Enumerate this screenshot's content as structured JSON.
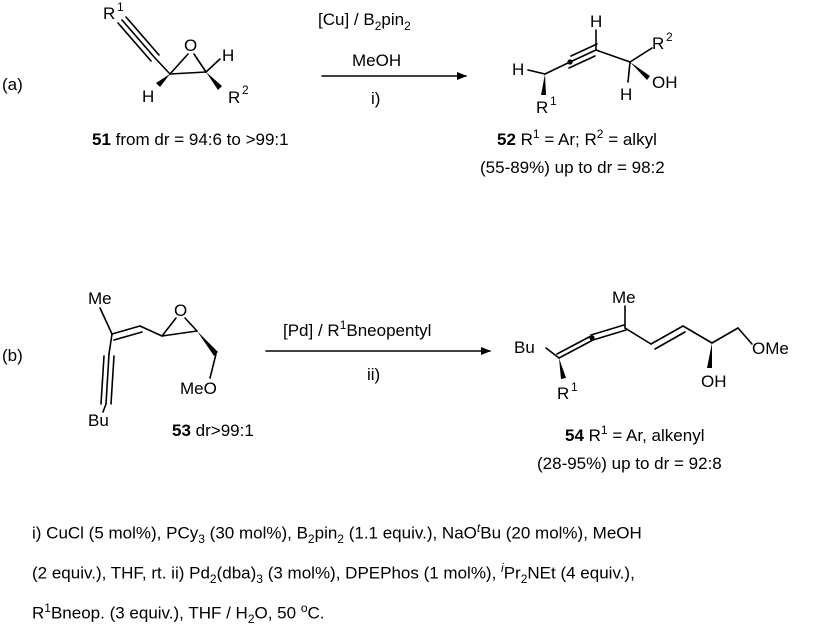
{
  "part_a": {
    "label": "(a)",
    "reagents_top_prefix": "[Cu] / B",
    "reagents_top_sub": "2",
    "reagents_top_suffix": "pin",
    "reagents_top_sub2": "2",
    "reagents_middle": "MeOH",
    "reagents_bottom": "i)",
    "sm_atoms": {
      "r1": "R",
      "r1_sup": "1",
      "o": "O",
      "h_right": "H",
      "h_left": "H",
      "r2": "R",
      "r2_sup": "2"
    },
    "sm_caption_num": "51",
    "sm_caption_text": " from dr = 94:6 to >99:1",
    "prod_atoms": {
      "h_top": "H",
      "h_left": "H",
      "r2": "R",
      "r2_sup": "2",
      "oh": "OH",
      "h_bottom": "H",
      "r1": "R",
      "r1_sup": "1"
    },
    "prod_caption_num": "52",
    "prod_caption_text1": " R",
    "prod_caption_sup1": "1",
    "prod_caption_text2": " = Ar; R",
    "prod_caption_sup2": "2",
    "prod_caption_text3": " = alkyl",
    "prod_caption_line2": "(55-89%) up to dr = 98:2"
  },
  "part_b": {
    "label": "(b)",
    "reagents_top_prefix": "[Pd] / R",
    "reagents_top_sup": "1",
    "reagents_top_suffix": "Bneopentyl",
    "reagents_bottom": "ii)",
    "sm_atoms": {
      "me": "Me",
      "o": "O",
      "meo": "MeO",
      "bu": "Bu"
    },
    "sm_caption_num": "53",
    "sm_caption_text": " dr>99:1",
    "prod_atoms": {
      "me": "Me",
      "bu": "Bu",
      "ome": "OMe",
      "oh": "OH",
      "r1": "R",
      "r1_sup": "1"
    },
    "prod_caption_num": "54",
    "prod_caption_text1": " R",
    "prod_caption_sup1": "1",
    "prod_caption_text2": " = Ar, alkenyl",
    "prod_caption_line2": "(28-95%) up to dr = 92:8"
  },
  "conditions": {
    "l1_a": "i) CuCl (5 mol%), PCy",
    "l1_a_sub": "3",
    "l1_b": " (30 mol%), B",
    "l1_b_sub": "2",
    "l1_c": "pin",
    "l1_c_sub": "2",
    "l1_d": " (1.1 equiv.), NaO",
    "l1_d_sup": "t",
    "l1_e": "Bu (20 mol%), MeOH",
    "l2_a": "(2 equiv.), THF, rt. ii) Pd",
    "l2_a_sub": "2",
    "l2_b": "(dba)",
    "l2_b_sub": "3",
    "l2_c": " (3 mol%), DPEPhos (1 mol%), ",
    "l2_c_sup": "i",
    "l2_d": "Pr",
    "l2_d_sub": "2",
    "l2_e": "NEt (4  equiv.),",
    "l3_a": "R",
    "l3_a_sup": "1",
    "l3_b": "Bneop. (3 equiv.), THF / H",
    "l3_b_sub": "2",
    "l3_c": "O, 50 ",
    "l3_c_sup": "o",
    "l3_d": "C."
  }
}
